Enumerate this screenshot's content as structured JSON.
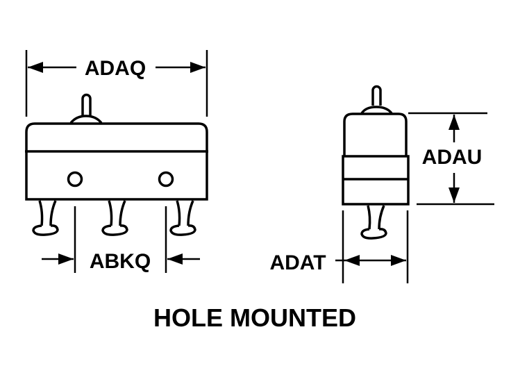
{
  "labels": {
    "width_front": "ADAQ",
    "terminal_spacing": "ABKQ",
    "width_side": "ADAT",
    "height_side": "ADAU"
  },
  "caption": "HOLE MOUNTED",
  "colors": {
    "ink": "#000000",
    "background": "#ffffff"
  }
}
